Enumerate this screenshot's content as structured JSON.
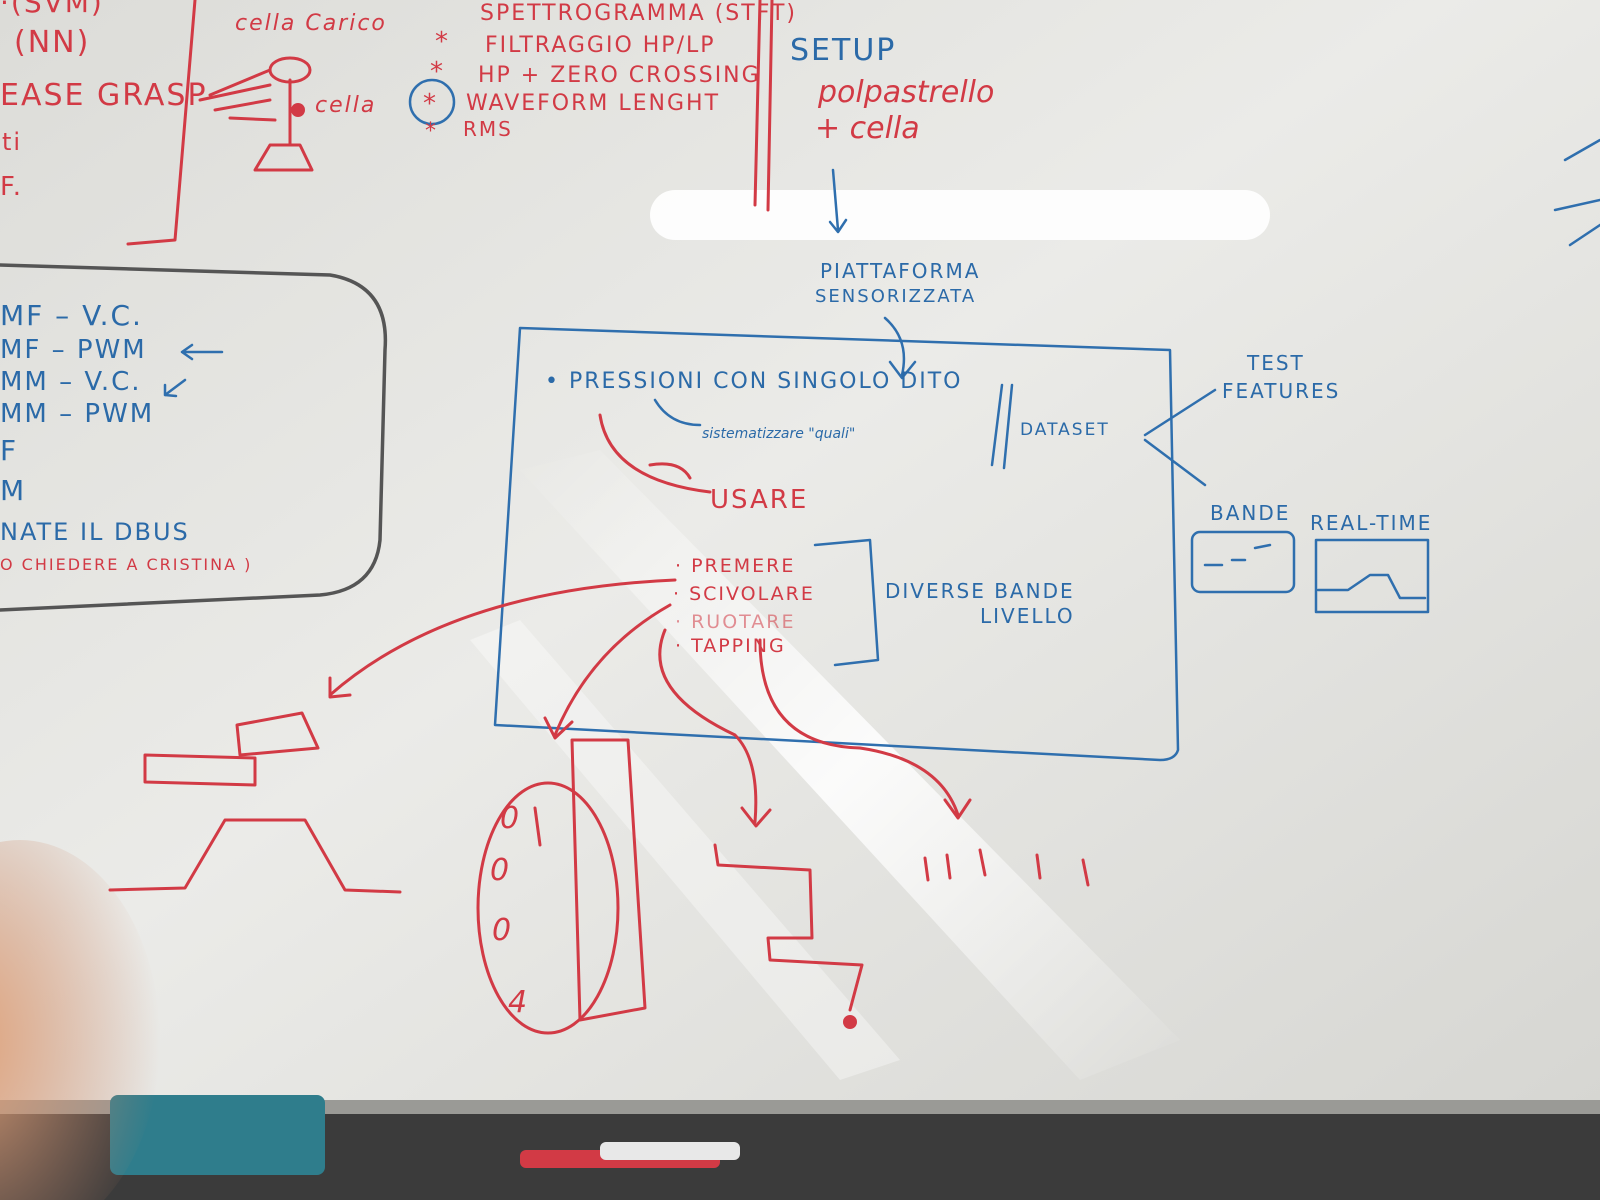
{
  "colors": {
    "board": "#e6e6e2",
    "red_marker": "#d23a45",
    "blue_marker": "#2b6aa8",
    "tray": "#3b3b3b",
    "eraser": "#2f7d8c"
  },
  "top_left": {
    "line1": "·(SVM)",
    "line2": "(NN)",
    "line3": "EASE GRASP",
    "line4": "ti",
    "line5": "F."
  },
  "load_cell": {
    "title": "cella Carico",
    "cell_label": "cella"
  },
  "processing": {
    "item1": "SPETTROGRAMMA (STFT)",
    "item2": "FILTRAGGIO HP/LP",
    "item3": "HP + ZERO CROSSING",
    "item4": "WAVEFORM LENGHT",
    "item5": "RMS"
  },
  "setup": {
    "title": "SETUP",
    "line1": "polpastrello",
    "line2": "+ cella"
  },
  "platform": {
    "line1": "PIATTAFORMA",
    "line2": "SENSORIZZATA"
  },
  "left_box": {
    "line1": "MF  – V.C.",
    "line2": "MF  – PWM",
    "line3": "MM – V.C.",
    "line4": "MM – PWM",
    "line5": "F",
    "line6": "M",
    "line7": "NATE IL DBUS",
    "line8": "O CHIEDERE A CRISTINA )"
  },
  "main_box": {
    "bullet1": "• PRESSIONI CON SINGOLO DITO",
    "sub1": "sistematizzare \"quali\"",
    "dataset": "DATASET",
    "usare": "USARE",
    "list": [
      "· PREMERE",
      "· SCIVOLARE",
      "· RUOTARE",
      "· TAPPING"
    ],
    "bands": "DIVERSE BANDE",
    "level": "LIVELLO"
  },
  "right": {
    "test1": "TEST",
    "test2": "FEATURES",
    "bande": "BANDE",
    "realtime": "REAL-TIME"
  }
}
